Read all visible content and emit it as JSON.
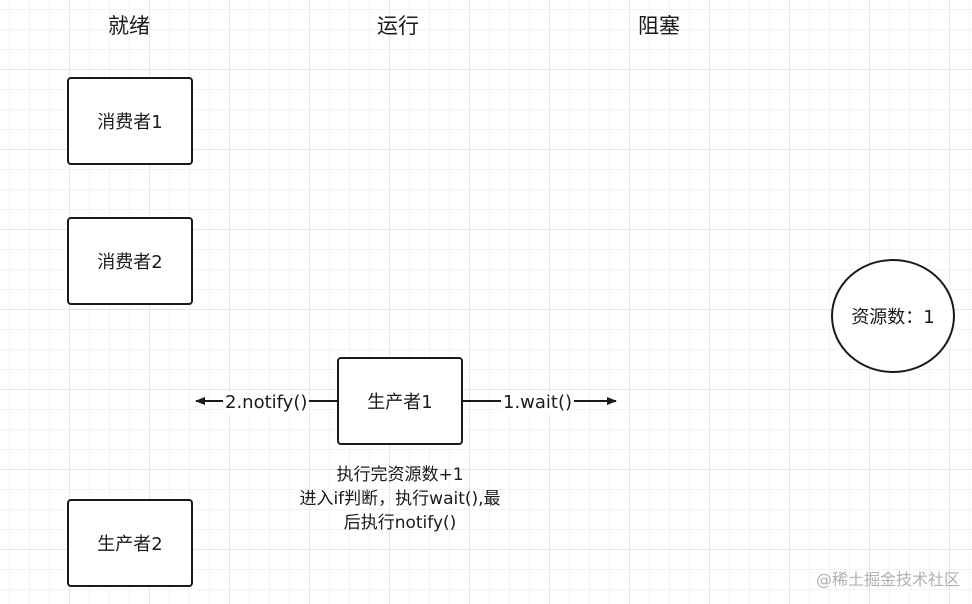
{
  "columns": [
    "就绪",
    "运行",
    "阻塞"
  ],
  "boxes": {
    "consumer1": "消费者1",
    "consumer2": "消费者2",
    "producer1": "生产者1",
    "producer2": "生产者2"
  },
  "resource": "资源数：1",
  "arrows": {
    "notify": "2.notify()",
    "wait": "1.wait()"
  },
  "note": [
    "执行完资源数+1",
    "进入if判断，执行wait(),最",
    "后执行notify()"
  ],
  "watermark": "@稀土掘金技术社区",
  "colors": {
    "stroke": "#1a1a1a",
    "grid": "#e6e6e6",
    "watermark": "#b0b0b0"
  }
}
